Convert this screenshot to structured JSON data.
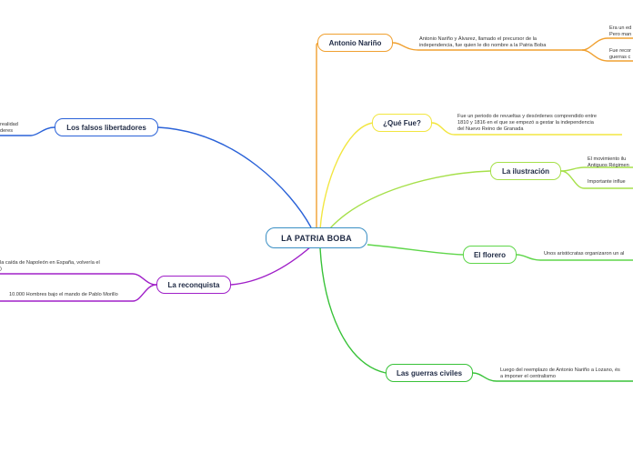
{
  "root": {
    "label": "LA PATRIA BOBA",
    "color": "#3a8fc4"
  },
  "branches": [
    {
      "key": "narino",
      "label": "Antonio Nariño",
      "color": "#f0a030",
      "leaves": [
        "Antonio Nariño y Álvarez, llamado el precursor de la\nindependencia, fue quien le dio nombre a la Patria Boba",
        "Era un ed\nPero man",
        "Fue recor\nguerras c"
      ]
    },
    {
      "key": "quefue",
      "label": "¿Qué Fue?",
      "color": "#f2e640",
      "leaves": [
        "Fue un periodo de revueltas y desórdenes comprendido entre\n1810 y 1816 en el que se empezó a gestar la independencia\ndel Nuevo Reino de Granada"
      ]
    },
    {
      "key": "ilustracion",
      "label": "La ilustración",
      "color": "#a6e04a",
      "leaves": [
        "El movimiento ilu\nAntiguos Régimen",
        "Importante influe"
      ]
    },
    {
      "key": "florero",
      "label": "El florero",
      "color": "#5fd64a",
      "leaves": [
        "Unos aristócratas organizaron un al"
      ]
    },
    {
      "key": "guerras",
      "label": "Las guerras civiles",
      "color": "#38c238",
      "leaves": [
        "Luego del reemplazo de Antonio Nariño a Lozano, és\na imponer el centralismo"
      ]
    },
    {
      "key": "falsos",
      "label": "Los falsos libertadores",
      "color": "#2a62d8",
      "leaves": [
        "realidad\nderes"
      ]
    },
    {
      "key": "reconquista",
      "label": "La reconquista",
      "color": "#a020c8",
      "leaves": [
        "la caída de Napoleón en España, volvería el\n)",
        "10.000 Hombres bajo el mando de Pablo Morillo"
      ]
    }
  ]
}
